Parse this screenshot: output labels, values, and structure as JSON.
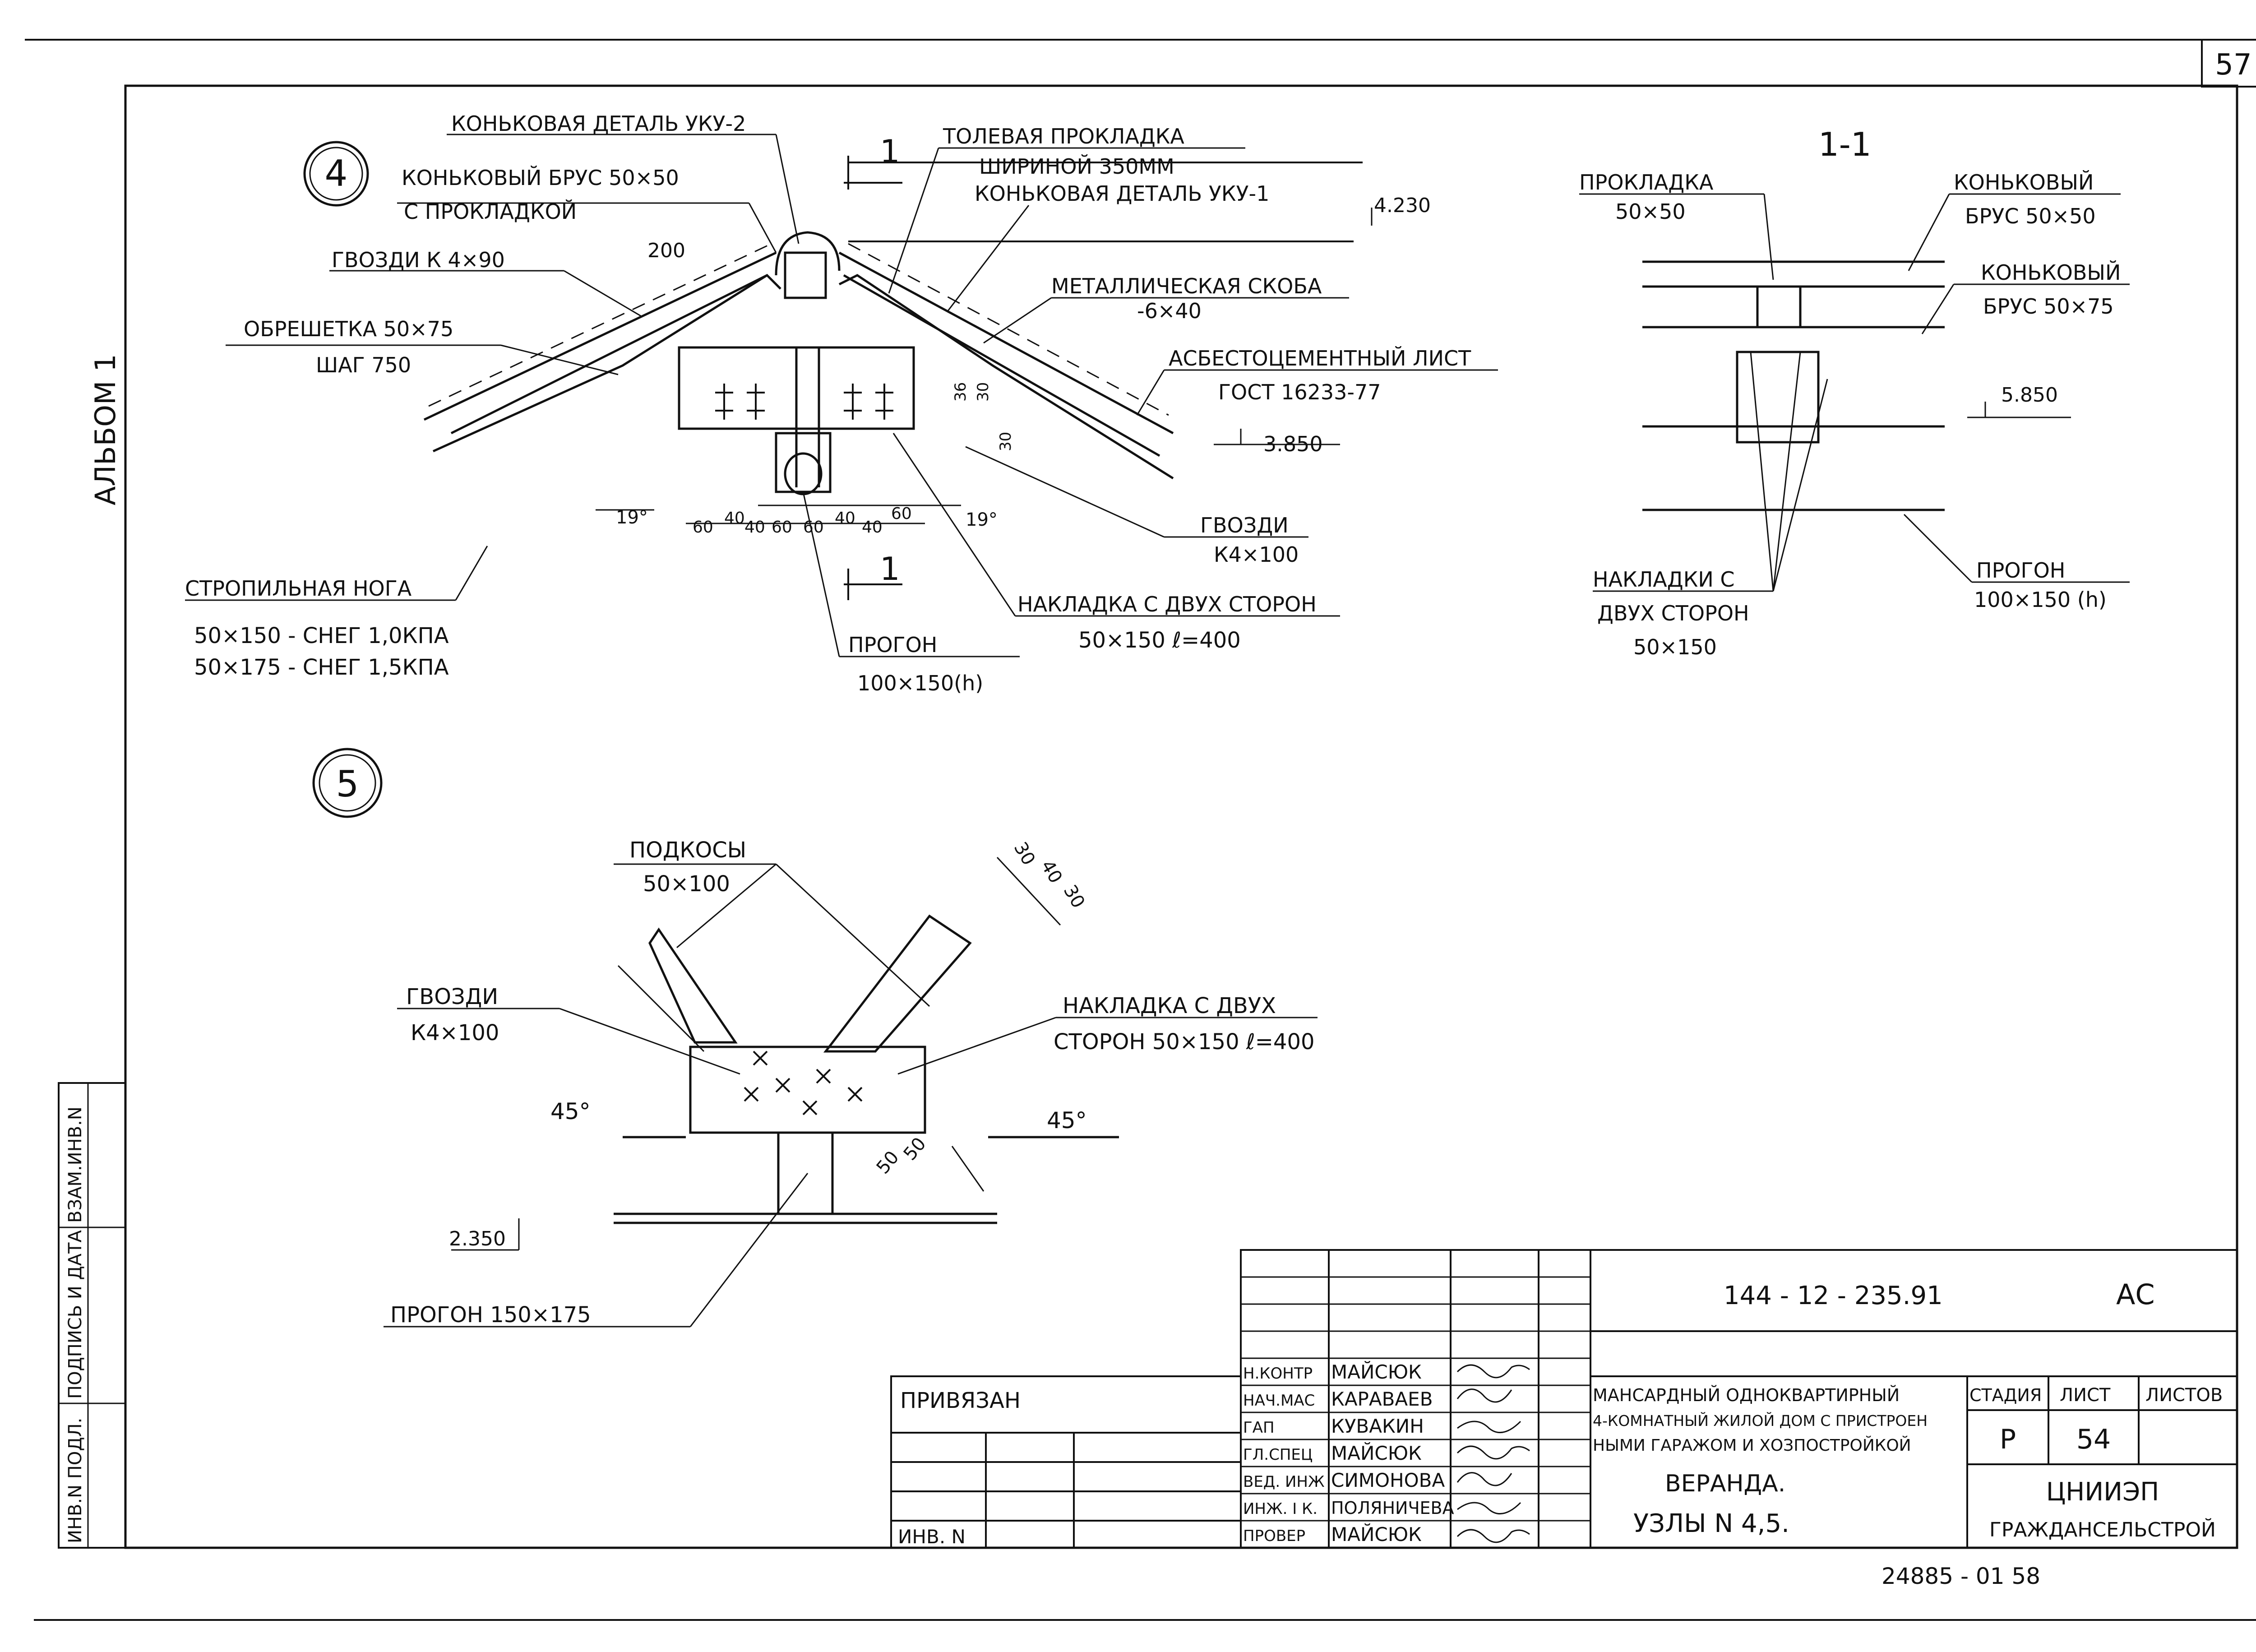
{
  "sheet": {
    "page_number": "57",
    "album": "АЛЬБОМ 1",
    "copy_number": "24885 - 01  58"
  },
  "node4": {
    "marker": "4",
    "section_mark": "1",
    "labels": {
      "ridge_detail_2": "КОНЬКОВАЯ  ДЕТАЛЬ УКУ-2",
      "ridge_beam_1": "КОНЬКОВЫЙ БРУС 50×50",
      "ridge_beam_2": "С ПРОКЛАДКОЙ",
      "nails_1": "ГВОЗДИ К 4×90",
      "lathing_1": "ОБРЕШЕТКА 50×75",
      "lathing_2": "ШАГ 750",
      "roofing_1": "ТОЛЕВАЯ ПРОКЛАДКА",
      "roofing_2": "ШИРИНОЙ 350ММ",
      "roofing_3": "КОНЬКОВАЯ ДЕТАЛЬ УКУ-1",
      "bracket_1": "МЕТАЛЛИЧЕСКАЯ СКОБА",
      "bracket_2": "-6×40",
      "sheet_1": "АСБЕСТОЦЕМЕНТНЫЙ ЛИСТ",
      "sheet_2": "ГОСТ 16233-77",
      "rafter_1": "СТРОПИЛЬНАЯ НОГА",
      "rafter_2": "50×150 - СНЕГ 1,0КПА",
      "rafter_3": "50×175 - СНЕГ 1,5КПА",
      "nails2_1": "ГВОЗДИ",
      "nails2_2": "К4×100",
      "plate_1": "НАКЛАДКА С ДВУХ СТОРОН",
      "plate_2": "50×150  ℓ=400",
      "purlin_1": "ПРОГОН",
      "purlin_2": "100×150(h)"
    },
    "dimensions": {
      "spacing_200": "200",
      "elev_top": "4.230",
      "elev_mid": "3.850",
      "angle_left": "19°",
      "angle_right": "19°",
      "d36": "36",
      "d30": "30",
      "d30b": "30",
      "bottom_dims": [
        "60",
        "40",
        "40",
        "60",
        "60",
        "40",
        "40",
        "60"
      ]
    }
  },
  "section11": {
    "title": "1-1",
    "labels": {
      "pad_1": "ПРОКЛАДКА",
      "pad_2": "50×50",
      "ridge_a_1": "КОНЬКОВЫЙ",
      "ridge_a_2": "БРУС 50×50",
      "ridge_b_1": "КОНЬКОВЫЙ",
      "ridge_b_2": "БРУС 50×75",
      "elev": "5.850",
      "plates_1": "НАКЛАДКИ С",
      "plates_2": "ДВУХ СТОРОН",
      "plates_3": "50×150",
      "purlin_1": "ПРОГОН",
      "purlin_2": "100×150 (h)"
    }
  },
  "node5": {
    "marker": "5",
    "labels": {
      "braces_1": "ПОДКОСЫ",
      "braces_2": "50×100",
      "nails_1": "ГВОЗДИ",
      "nails_2": "К4×100",
      "plate_1": "НАКЛАДКА С ДВУХ",
      "plate_2": "СТОРОН 50×150  ℓ=400",
      "purlin": "ПРОГОН 150×175",
      "angle_left": "45°",
      "angle_right": "45°",
      "elev": "2.350",
      "dims_top": [
        "30",
        "40",
        "30"
      ],
      "dims_bottom": [
        "50",
        "50"
      ]
    }
  },
  "side_stamp": {
    "cells": [
      "ИНВ.N ПОДЛ.",
      "ПОДПИСЬ И ДАТА",
      "ВЗАМ.ИНВ.N"
    ]
  },
  "title_block": {
    "doc_code": "144 - 12 - 235.91",
    "mark": "АС",
    "attached_label": "ПРИВЯЗАН",
    "inv_label": "ИНВ. N",
    "staff": [
      {
        "role": "Н.КОНТР",
        "name": "МАЙСЮК"
      },
      {
        "role": "НАЧ.МАС",
        "name": "КАРАВАЕВ"
      },
      {
        "role": "ГАП",
        "name": "КУВАКИН"
      },
      {
        "role": "ГЛ.СПЕЦ",
        "name": "МАЙСЮК"
      },
      {
        "role": "ВЕД. ИНЖ",
        "name": "СИМОНОВА"
      },
      {
        "role": "ИНЖ. I К.",
        "name": "ПОЛЯНИЧЕВА"
      },
      {
        "role": "ПРОВЕР",
        "name": "МАЙСЮК"
      }
    ],
    "project_line1": "МАНСАРДНЫЙ ОДНОКВАРТИРНЫЙ",
    "project_line2": "4-КОМНАТНЫЙ ЖИЛОЙ ДОМ С ПРИСТРОЕН",
    "project_line3": "НЫМИ ГАРАЖОМ И ХОЗПОСТРОЙКОЙ",
    "sheet_title1": "ВЕРАНДА.",
    "sheet_title2": "УЗЛЫ N 4,5.",
    "stage_label": "СТАДИЯ",
    "sheet_label": "ЛИСТ",
    "sheets_label": "ЛИСТОВ",
    "stage": "Р",
    "sheet_no": "54",
    "org_1": "ЦНИИЭП",
    "org_2": "ГРАЖДАНСЕЛЬСТРОЙ"
  }
}
